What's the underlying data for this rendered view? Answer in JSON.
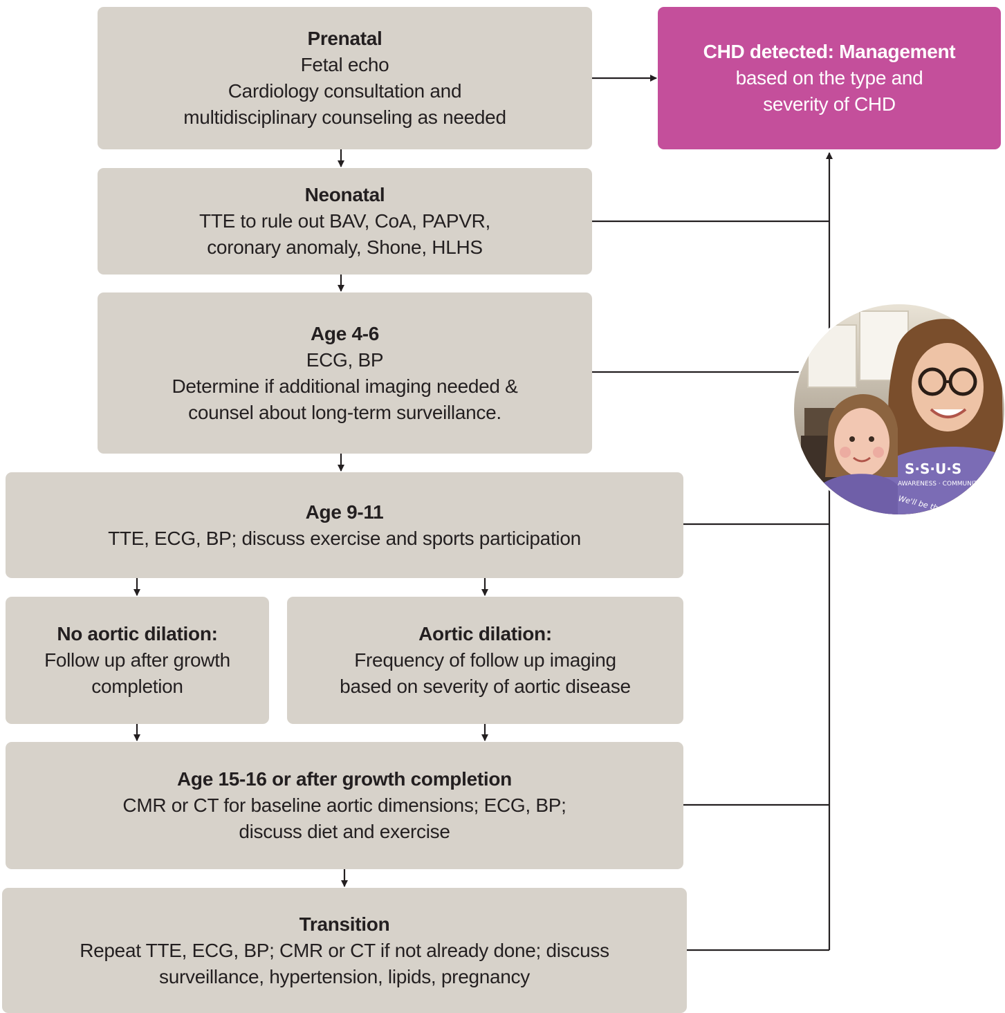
{
  "colors": {
    "box": "#d7d2ca",
    "management": "#c44f9b",
    "text": "#231f20",
    "arrow": "#231f20"
  },
  "boxes": {
    "prenatal": {
      "title": "Prenatal",
      "lines": [
        "Fetal echo",
        "Cardiology consultation and",
        "multidisciplinary counseling as needed"
      ]
    },
    "neonatal": {
      "title": "Neonatal",
      "lines": [
        "TTE to rule out BAV, CoA, PAPVR,",
        "coronary anomaly, Shone, HLHS"
      ]
    },
    "age46": {
      "title": "Age 4-6",
      "lines": [
        "ECG, BP",
        "Determine if additional imaging needed &",
        "counsel about long-term surveillance."
      ]
    },
    "age911": {
      "title": "Age 9-11",
      "lines": [
        "TTE, ECG, BP; discuss exercise and sports participation"
      ]
    },
    "no_dilation": {
      "title": "No aortic dilation:",
      "lines": [
        "Follow up after growth",
        "completion"
      ]
    },
    "dilation": {
      "title": "Aortic dilation:",
      "lines": [
        "Frequency of follow up imaging",
        "based on severity of aortic disease"
      ]
    },
    "age1516": {
      "title": "Age 15-16 or after growth completion",
      "lines": [
        "CMR or CT for baseline aortic dimensions; ECG, BP;",
        "discuss diet and exercise"
      ]
    },
    "transition": {
      "title": "Transition",
      "lines": [
        "Repeat TTE, ECG, BP; CMR or CT if not already done; discuss",
        "surveillance, hypertension, lipids, pregnancy"
      ]
    },
    "management": {
      "title": "CHD detected: Management",
      "lines": [
        "based on the type and",
        "severity of CHD"
      ]
    }
  },
  "photo": {
    "shirt_text": "S·S·U·S",
    "shirt_tagline": "AWARENESS · COMMUNITY",
    "shirt_slogan": "We'll be there for you!"
  }
}
